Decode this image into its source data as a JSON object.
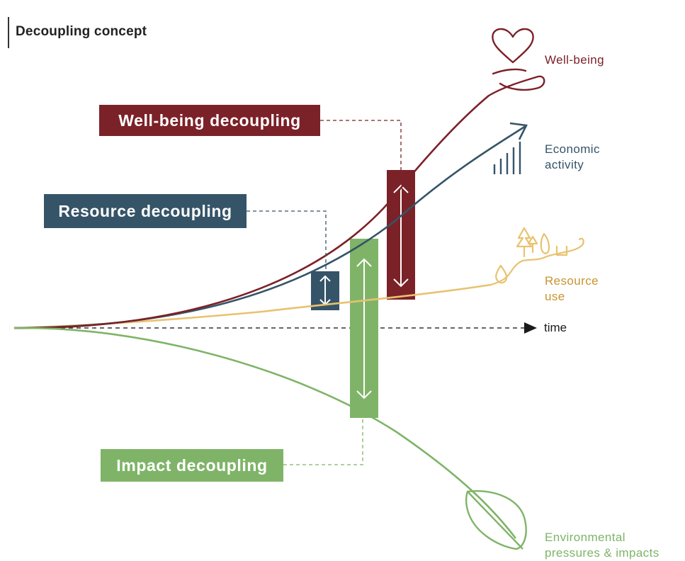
{
  "title": "Decoupling concept",
  "labels": {
    "wellbeing_decoupling": "Well-being decoupling",
    "resource_decoupling": "Resource decoupling",
    "impact_decoupling": "Impact decoupling",
    "wellbeing": "Well-being",
    "economic_line1": "Economic",
    "economic_line2": "activity",
    "resource_line1": "Resource",
    "resource_line2": "use",
    "environment_line1": "Environmental",
    "environment_line2": "pressures & impacts",
    "time": "time"
  },
  "colors": {
    "wellbeing": "#7b2128",
    "economic": "#355468",
    "resource": "#e8c26f",
    "resource_text": "#c8942f",
    "impact": "#7fb468",
    "axis": "#333333"
  },
  "icons": {
    "wellbeing": "heart-hand-icon",
    "economic": "growth-arrow-bars-icon",
    "resource": "landscape-trees-icon",
    "environment": "leaf-icon"
  }
}
